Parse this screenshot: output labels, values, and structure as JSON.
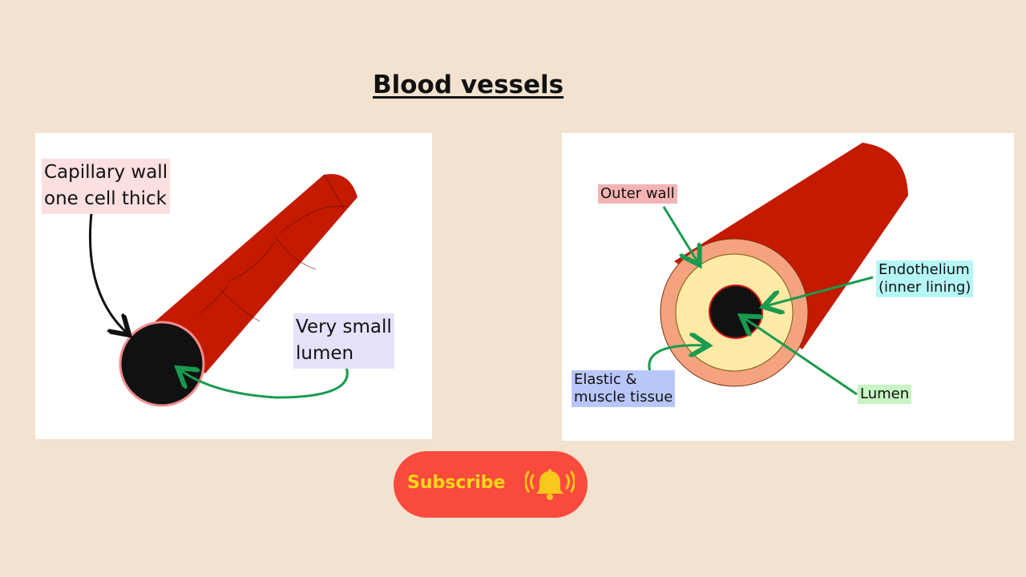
{
  "title": "Blood vessels",
  "capillary": {
    "wall_label": "Capillary wall\none cell thick",
    "lumen_label": "Very small\nlumen"
  },
  "vessel_cross_section": {
    "outer_wall_label": "Outer wall",
    "endothelium_label": "Endothelium\n(inner lining)",
    "elastic_label": "Elastic &\nmuscle tissue",
    "lumen_label": "Lumen"
  },
  "subscribe": {
    "label": "Subscribe",
    "icon": "bell-icon"
  },
  "colors": {
    "background": "#f2e2cf",
    "vessel_red": "#c41a00",
    "arrow_green": "#1a9a4f",
    "subscribe_bg": "#f94b3d",
    "subscribe_text": "#f8d81a"
  }
}
